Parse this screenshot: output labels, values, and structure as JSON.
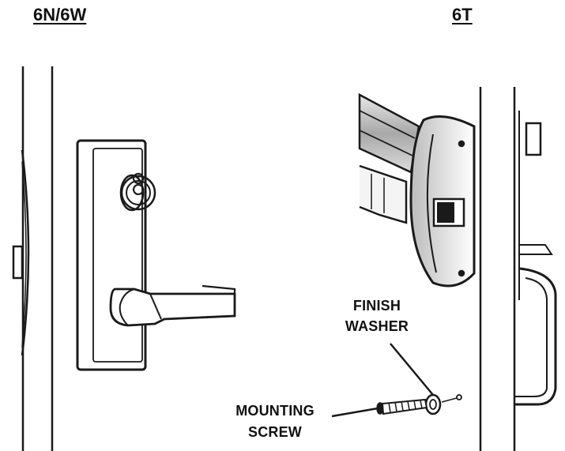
{
  "titles": {
    "left": "6N/6W",
    "right": "6T"
  },
  "callouts": {
    "finish_washer": [
      "FINISH",
      "WASHER"
    ],
    "mounting_screw": [
      "MOUNTING",
      "SCREW"
    ]
  },
  "colors": {
    "line": "#1a1a1a",
    "shade": "#9a9a9a",
    "light_shade": "#d8d8d8"
  }
}
